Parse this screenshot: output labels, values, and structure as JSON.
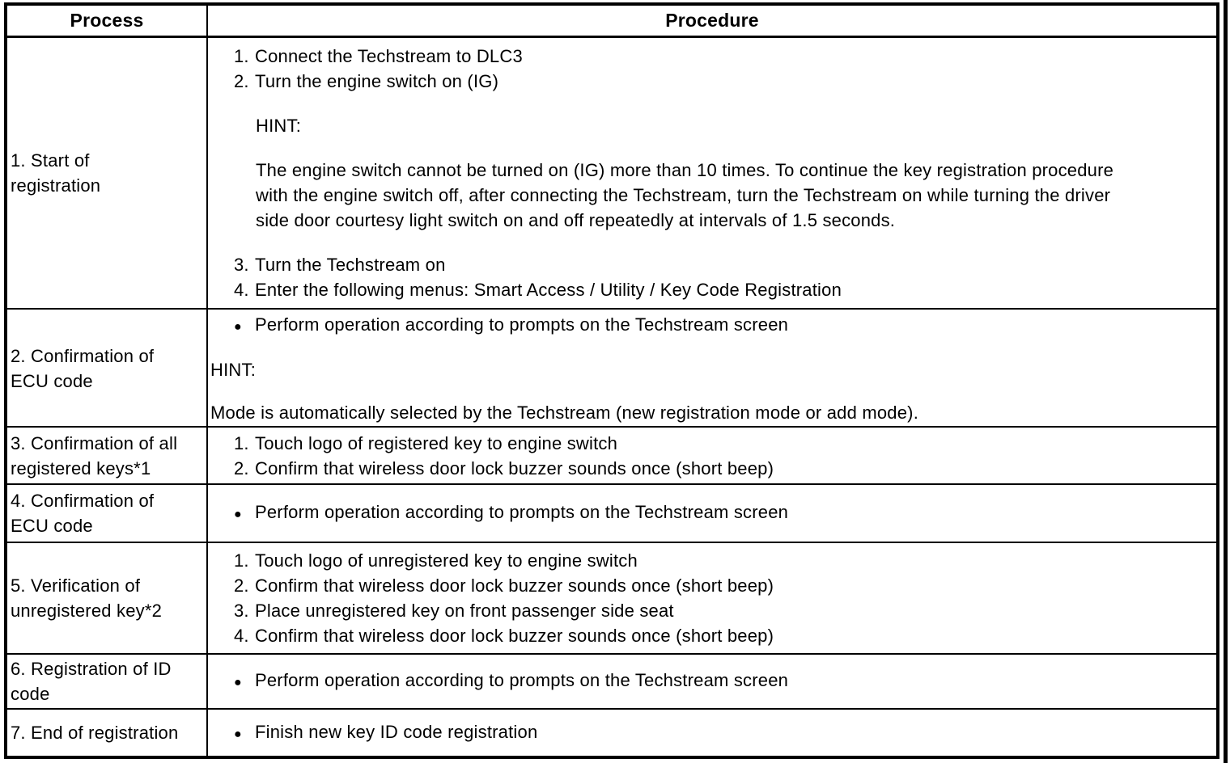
{
  "header": {
    "process_label": "Process",
    "procedure_label": "Procedure"
  },
  "bullet": "●",
  "rows": [
    {
      "process": "1. Start of\nregistration",
      "steps_a": [
        {
          "num": "1.",
          "text": "Connect the Techstream to DLC3"
        },
        {
          "num": "2.",
          "text": "Turn the engine switch on (IG)"
        }
      ],
      "hint_label": "HINT:",
      "hint_text": "The engine switch cannot be turned on (IG) more than 10 times. To continue the key registration procedure with the engine switch off, after connecting the Techstream, turn the Techstream on while turning the driver side door courtesy light switch on and off repeatedly at intervals of 1.5 seconds.",
      "steps_b": [
        {
          "num": "3.",
          "text": "Turn the Techstream on"
        },
        {
          "num": "4.",
          "text": "Enter the following menus: Smart Access / Utility / Key Code Registration"
        }
      ]
    },
    {
      "process": "2. Confirmation of\nECU code",
      "bullet_text": "Perform operation according to prompts on the Techstream screen",
      "hint_label": "HINT:",
      "hint_text": "Mode is automatically selected by the Techstream (new registration mode or add mode)."
    },
    {
      "process": "3. Confirmation of all\nregistered keys*1",
      "steps": [
        {
          "num": "1.",
          "text": "Touch logo of registered key to engine switch"
        },
        {
          "num": "2.",
          "text": "Confirm that wireless door lock buzzer sounds once (short beep)"
        }
      ]
    },
    {
      "process": "4. Confirmation of\nECU code",
      "bullet_text": "Perform operation according to prompts on the Techstream screen"
    },
    {
      "process": "5. Verification of\nunregistered key*2",
      "steps": [
        {
          "num": "1.",
          "text": "Touch logo of unregistered key to engine switch"
        },
        {
          "num": "2.",
          "text": "Confirm that wireless door lock buzzer sounds once (short beep)"
        },
        {
          "num": "3.",
          "text": "Place unregistered key on front passenger side seat"
        },
        {
          "num": "4.",
          "text": "Confirm that wireless door lock buzzer sounds once (short beep)"
        }
      ]
    },
    {
      "process": "6. Registration of ID\ncode",
      "bullet_text": "Perform operation according to prompts on the Techstream screen"
    },
    {
      "process": "7. End of registration",
      "bullet_text": "Finish new key ID code registration"
    }
  ]
}
